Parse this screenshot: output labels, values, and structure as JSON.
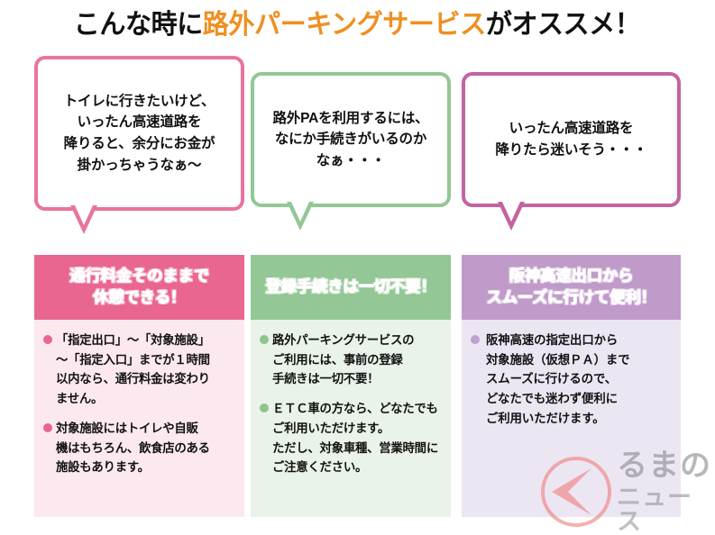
{
  "title": {
    "prefix": "こんな時に",
    "highlight": "路外パーキングサービス",
    "suffix": "がオススメ！",
    "highlight_color": "#ef8f21",
    "base_color": "#111111"
  },
  "columns": [
    {
      "accent_color": "#e8668f",
      "bubble_border_color": "#e8749f",
      "panel_bg_color": "#fbe9ef",
      "bubble_text": "トイレに行きたいけど、\nいったん高速道路を\n降りると、余分にお金が\n掛かっちゃうなぁ〜",
      "panel_header": "通行料金そのままで\n休憩できる！",
      "bullets": [
        "「指定出口」〜「対象施設」\n〜「指定入口」までが１時間\n以内なら、通行料金は変わり\nません。",
        "対象施設にはトイレや自販\n機はもちろん、飲食店のある\n施設もあります。"
      ]
    },
    {
      "accent_color": "#93c795",
      "bubble_border_color": "#93c795",
      "panel_bg_color": "#e9f3e9",
      "bubble_text": "路外PAを利用するには、\nなにか手続きがいるのか\nなぁ・・・",
      "panel_header": "登録手続きは一切不要！",
      "bullets": [
        "路外パーキングサービスの\nご利用には、事前の登録\n手続きは一切不要！",
        "ＥＴＣ車の方なら、どなたでも\nご利用いただけます。\nただし、対象車種、営業時間に\nご注意ください。"
      ]
    },
    {
      "accent_color": "#c09ac9",
      "bubble_border_color": "#c4639f",
      "panel_bg_color": "#ece6f3",
      "bubble_text": "いったん高速道路を\n降りたら迷いそう・・・",
      "panel_header": "阪神高速出口から\nスムーズに行けて便利！",
      "bullets": [
        "阪神高速の指定出口から\n対象施設（仮想ＰＡ）まで\nスムーズに行けるので、\nどなたでも迷わず便利に\nご利用いただけます。"
      ]
    }
  ],
  "watermark": {
    "line1": "るまの",
    "line2": "ニュース",
    "mark_color": "#f08080",
    "text_color": "#8d8d8d"
  }
}
